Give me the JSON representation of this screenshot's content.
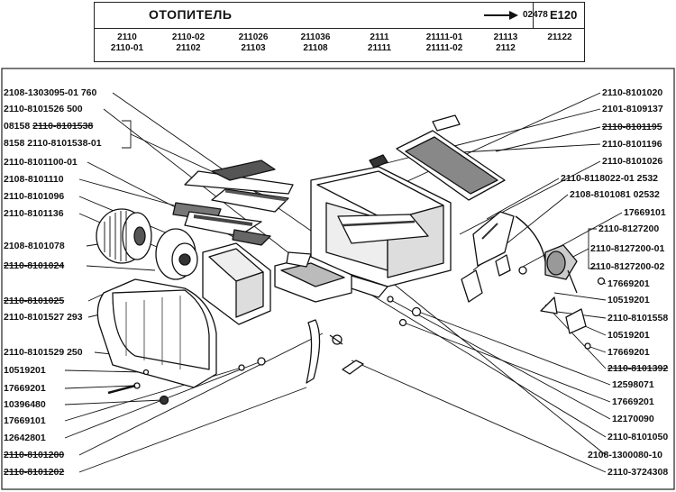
{
  "header": {
    "title": "ОТОПИТЕЛЬ",
    "ref_number": "02478",
    "code": "E120",
    "models": [
      {
        "line1": "2110",
        "line2": "2110-01"
      },
      {
        "line1": "2110-02",
        "line2": "21102"
      },
      {
        "line1": "211026",
        "line2": "21103"
      },
      {
        "line1": "211036",
        "line2": "21108"
      },
      {
        "line1": "2111",
        "line2": "21111"
      },
      {
        "line1": "21111-01",
        "line2": "21111-02"
      },
      {
        "line1": "21113",
        "line2": "2112"
      },
      {
        "line1": "21122",
        "line2": ""
      }
    ]
  },
  "left_labels": [
    {
      "text": "2108-1303095-01 760",
      "strike": false
    },
    {
      "text": "2110-8101526 500",
      "strike": false
    },
    {
      "text": "08158 ",
      "strike_part": "2110-8101538",
      "strike": false
    },
    {
      "text": "8158  2110-8101538-01",
      "strike": false
    },
    {
      "text": "2110-8101100-01",
      "strike": false
    },
    {
      "text": "2108-8101110",
      "strike": false
    },
    {
      "text": "2110-8101096",
      "strike": false
    },
    {
      "text": "2110-8101136",
      "strike": false
    },
    {
      "text": "2108-8101078",
      "strike": false
    },
    {
      "text": "2110-8101024",
      "strike": true
    },
    {
      "text": "2110-8101025",
      "strike": true
    },
    {
      "text": "2110-8101527 293",
      "strike": false
    },
    {
      "text": "2110-8101529 250",
      "strike": false
    },
    {
      "text": "10519201",
      "strike": false
    },
    {
      "text": "17669201",
      "strike": false
    },
    {
      "text": "10396480",
      "strike": false
    },
    {
      "text": "17669101",
      "strike": false
    },
    {
      "text": "12642801",
      "strike": false
    },
    {
      "text": "2110-8101200",
      "strike": true
    },
    {
      "text": "2110-8101202",
      "strike": true
    }
  ],
  "right_labels": [
    {
      "text": "2110-8101020",
      "strike": false
    },
    {
      "text": "2101-8109137",
      "strike": false
    },
    {
      "text": "2110-8101195",
      "strike": true
    },
    {
      "text": "2110-8101196",
      "strike": false
    },
    {
      "text": "2110-8101026",
      "strike": false
    },
    {
      "text": "2110-8118022-01 2532",
      "strike": false
    },
    {
      "text": "2108-8101081 02532",
      "strike": false
    },
    {
      "text": "17669101",
      "strike": false
    },
    {
      "text": "2110-8127200",
      "strike": false
    },
    {
      "text": "2110-8127200-01",
      "strike": false
    },
    {
      "text": "2110-8127200-02",
      "strike": false
    },
    {
      "text": "17669201",
      "strike": false
    },
    {
      "text": "10519201",
      "strike": false
    },
    {
      "text": "2110-8101558",
      "strike": false
    },
    {
      "text": "10519201",
      "strike": false
    },
    {
      "text": "17669201",
      "strike": false
    },
    {
      "text": "2110-8101392",
      "strike": true
    },
    {
      "text": "12598071",
      "strike": false
    },
    {
      "text": "17669201",
      "strike": false
    },
    {
      "text": "12170090",
      "strike": false
    },
    {
      "text": "2110-8101050",
      "strike": false
    },
    {
      "text": "2108-1300080-10",
      "strike": false
    },
    {
      "text": "2110-3724308",
      "strike": false
    }
  ]
}
